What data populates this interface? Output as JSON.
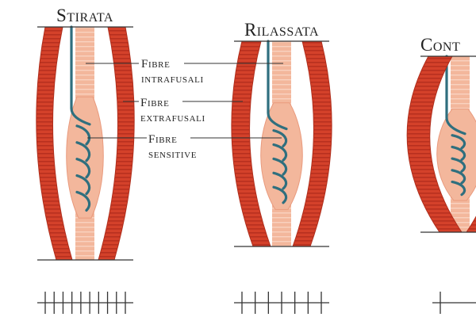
{
  "panels": [
    {
      "title": "Stirata",
      "ticks": 10
    },
    {
      "title": "Rilassata",
      "ticks": 7
    },
    {
      "title": "Cont",
      "ticks": 1
    }
  ],
  "labels": [
    {
      "line1": "Fibre",
      "line2": "intrafusali"
    },
    {
      "line1": "Fibre",
      "line2": "extrafusali"
    },
    {
      "line1": "Fibre",
      "line2": "sensitive"
    }
  ],
  "colors": {
    "extrafusal": "#d4412a",
    "intrafusal": "#f3b79c",
    "nerve": "#2f6f7e"
  }
}
